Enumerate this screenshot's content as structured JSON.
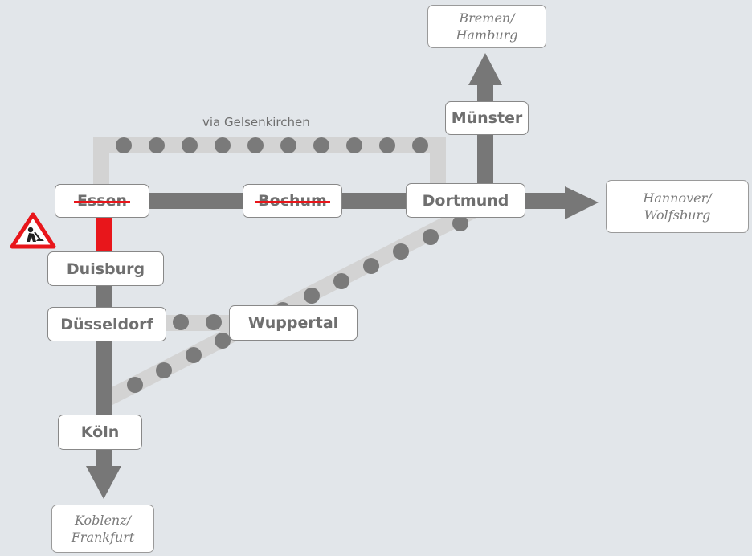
{
  "colors": {
    "background": "#e2e6ea",
    "main_line": "#777777",
    "detour_line": "#d3d3d3",
    "dots": "#7a7a7a",
    "closure": "#e8161b"
  },
  "stations": {
    "essen": "Essen",
    "bochum": "Bochum",
    "dortmund": "Dortmund",
    "muenster": "Münster",
    "duisburg": "Duisburg",
    "duesseldorf": "Düsseldorf",
    "wuppertal": "Wuppertal",
    "koeln": "Köln"
  },
  "destinations": {
    "north": {
      "line1": "Bremen/",
      "line2": "Hamburg"
    },
    "east": {
      "line1": "Hannover/",
      "line2": "Wolfsburg"
    },
    "south": {
      "line1": "Koblenz/",
      "line2": "Frankfurt"
    }
  },
  "detour_label": "via Gelsenkirchen",
  "icons": {
    "warning": "construction-warning-icon"
  }
}
